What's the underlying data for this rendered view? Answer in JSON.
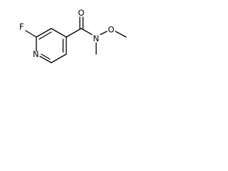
{
  "molecule": {
    "atoms": {
      "fluorine": "F",
      "ring_nitrogen": "N",
      "carbonyl_oxygen": "O",
      "amide_nitrogen": "N",
      "methoxy_oxygen": "O"
    }
  },
  "colors": {
    "bond": "#000000",
    "label": "#000000",
    "background": "#ffffff"
  }
}
